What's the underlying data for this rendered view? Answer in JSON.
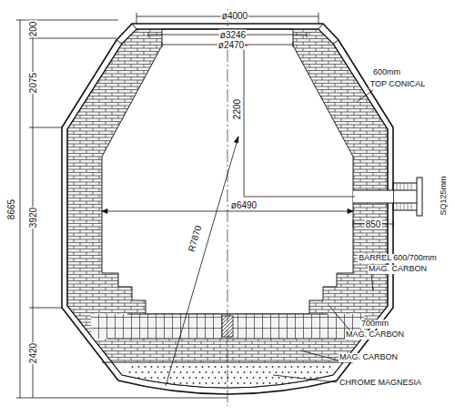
{
  "diagram": {
    "labels": [
      "ø4000",
      "ø3246",
      "ø2470",
      "200",
      "2075",
      "2200",
      "600mm",
      "TOP CONICAL",
      "SQ125mm",
      "ø6490",
      "850",
      "8665",
      "3920",
      "BARREL 600/700mm",
      "MAG. CARBON",
      "R7870",
      "700mm",
      "MAG. CARBON",
      "2420",
      "MAG. CARBON",
      "CHROME MAGNESIA"
    ]
  }
}
